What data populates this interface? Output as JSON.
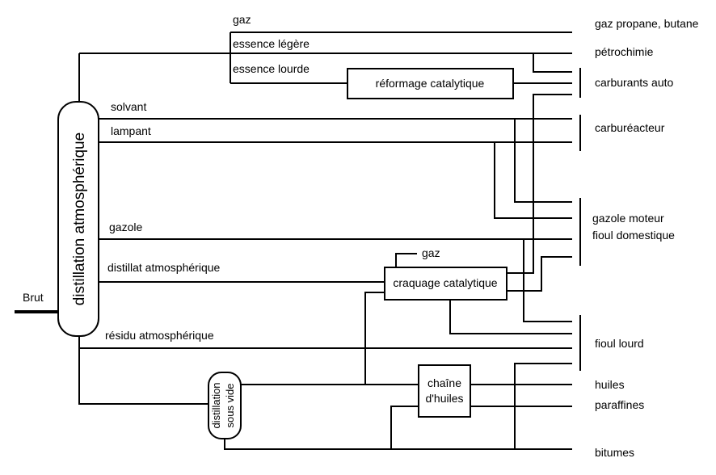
{
  "input": {
    "label": "Brut"
  },
  "columns": {
    "atmospheric": {
      "label": "distillation atmosphérique"
    },
    "vacuum": {
      "line1": "distillation",
      "line2": "sous vide"
    }
  },
  "units": {
    "reforming": "réformage catalytique",
    "cracking": "craquage catalytique",
    "oils_line1": "chaîne",
    "oils_line2": "d'huiles"
  },
  "streams": {
    "gaz": "gaz",
    "essence_legere": "essence légère",
    "essence_lourde": "essence lourde",
    "solvant": "solvant",
    "lampant": "lampant",
    "gazole": "gazole",
    "distillat": "distillat atmosphérique",
    "residu": "résidu atmosphérique",
    "craquage_gaz": "gaz"
  },
  "products": {
    "gaz_propane": "gaz propane, butane",
    "petrochimie": "pétrochimie",
    "carburants_auto": "carburants auto",
    "carbureacteur": "carburéacteur",
    "gazole_moteur": "gazole moteur",
    "fioul_domestique": "fioul domestique",
    "fioul_lourd": "fioul lourd",
    "huiles": "huiles",
    "paraffines": "paraffines",
    "bitumes": "bitumes"
  }
}
